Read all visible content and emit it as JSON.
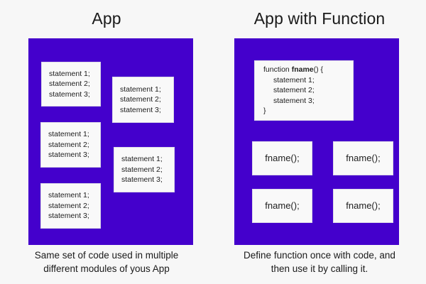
{
  "colors": {
    "background": "#f7f7f7",
    "panel": "#4400cc",
    "card": "#f9f9f9",
    "text": "#1a1a1a"
  },
  "panels": [
    {
      "title": "App",
      "caption_line_1": "Same set of code used in multiple",
      "caption_line_2": "different modules of yous App",
      "cards": [
        {
          "lines": [
            "statement 1;",
            "statement 2;",
            "statement 3;"
          ]
        },
        {
          "lines": [
            "statement 1;",
            "statement 2;",
            "statement 3;"
          ]
        },
        {
          "lines": [
            "statement 1;",
            "statement 2;",
            "statement 3;"
          ]
        },
        {
          "lines": [
            "statement 1;",
            "statement 2;",
            "statement 3;"
          ]
        },
        {
          "lines": [
            "statement 1;",
            "statement 2;",
            "statement 3;"
          ]
        }
      ]
    },
    {
      "title": "App with Function",
      "caption_line_1": "Define function once with code, and",
      "caption_line_2": "then use it by calling it.",
      "function_card": {
        "keyword": "function ",
        "name": "fname",
        "signature_tail": "() {",
        "body": [
          "statement 1;",
          "statement 2;",
          "statement 3;"
        ],
        "close": "}"
      },
      "call_cards": [
        {
          "text": "fname();"
        },
        {
          "text": "fname();"
        },
        {
          "text": "fname();"
        },
        {
          "text": "fname();"
        }
      ]
    }
  ]
}
